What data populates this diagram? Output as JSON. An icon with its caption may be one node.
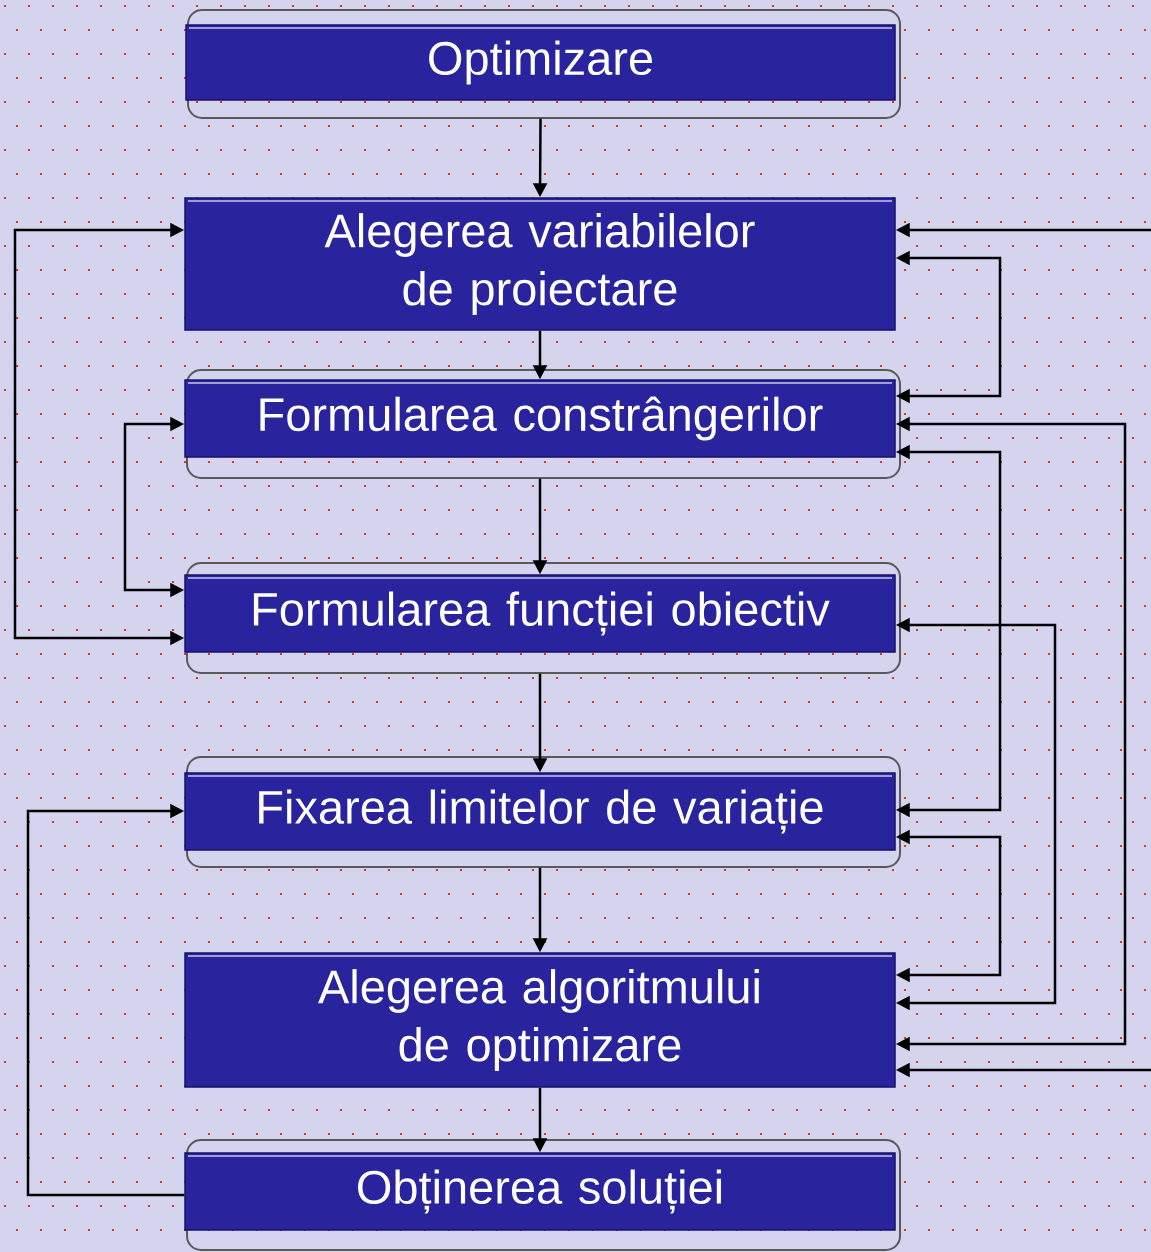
{
  "diagram": {
    "nodes": [
      {
        "text": [
          "Optimizare"
        ]
      },
      {
        "text": [
          "Alegerea variabilelor de proiectare"
        ]
      },
      {
        "text": [
          "Formularea constrângerilor"
        ]
      },
      {
        "text": [
          "Formularea funcției obiectiv"
        ]
      },
      {
        "text": [
          "Fixarea limitelor de variație"
        ]
      },
      {
        "text": [
          "Alegerea algoritmului de optimizare"
        ]
      },
      {
        "text": [
          "Obținerea soluției"
        ]
      }
    ],
    "edges": [
      {
        "from": 0,
        "to": 1,
        "arrow": "to"
      },
      {
        "from": 1,
        "to": 2,
        "arrow": "to"
      },
      {
        "from": 2,
        "to": 3,
        "arrow": "to"
      },
      {
        "from": 3,
        "to": 4,
        "arrow": "to"
      },
      {
        "from": 4,
        "to": 5,
        "arrow": "to"
      },
      {
        "from": 5,
        "to": 6,
        "arrow": "to"
      },
      {
        "from": 3,
        "to": 1,
        "arrow": "both"
      },
      {
        "from": 3,
        "to": 2,
        "arrow": "both"
      },
      {
        "from": 6,
        "to": 4,
        "arrow": "to"
      },
      {
        "from": 5,
        "to": 1,
        "arrow": "both"
      },
      {
        "from": 2,
        "to": 1,
        "arrow": "both"
      },
      {
        "from": 5,
        "to": 2,
        "arrow": "both"
      },
      {
        "from": 4,
        "to": 2,
        "arrow": "both"
      },
      {
        "from": 5,
        "to": 3,
        "arrow": "both"
      },
      {
        "from": 5,
        "to": 4,
        "arrow": "both"
      }
    ]
  }
}
